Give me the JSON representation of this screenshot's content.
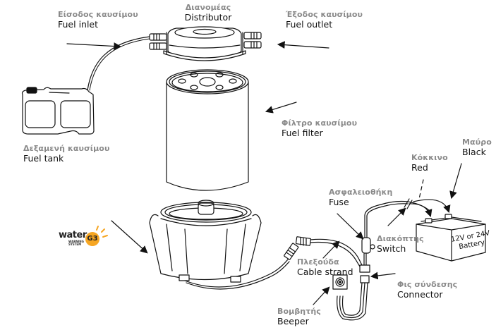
{
  "diagram": {
    "title": "Fuel filter water warning system installation",
    "labels": {
      "fuel_inlet": {
        "greek": "Είσοδος καυσίμου",
        "english": "Fuel inlet"
      },
      "distributor": {
        "greek": "Διανομέας",
        "english": "Distributor"
      },
      "fuel_outlet": {
        "greek": "Έξοδος καυσίμου",
        "english": "Fuel outlet"
      },
      "fuel_tank": {
        "greek": "Δεξαμενή καυσίμου",
        "english": "Fuel tank"
      },
      "fuel_filter": {
        "greek": "Φίλτρο καυσίμου",
        "english": "Fuel filter"
      },
      "black": {
        "greek": "Μαύρο",
        "english": "Black"
      },
      "red": {
        "greek": "Κόκκινο",
        "english": "Red"
      },
      "fuse": {
        "greek": "Ασφαλειοθήκη",
        "english": "Fuse"
      },
      "switch": {
        "greek": "Διακόπτης",
        "english": "Switch"
      },
      "cable_strand": {
        "greek": "Πλεξούδα",
        "english": "Cable strand"
      },
      "connector": {
        "greek": "Φις σύνδεσης",
        "english": "Connector"
      },
      "beeper": {
        "greek": "Βομβητής",
        "english": "Beeper"
      }
    },
    "battery": {
      "line1": "12V or 24V",
      "line2": "Battery"
    },
    "logo": {
      "word": "water",
      "sub1": "WARNING",
      "sub2": "SYSTEM",
      "badge": "G3",
      "accent": "#f6a623"
    },
    "colors": {
      "line": "#111111",
      "greek_text": "#8a8a8a",
      "english_text": "#111111"
    }
  }
}
